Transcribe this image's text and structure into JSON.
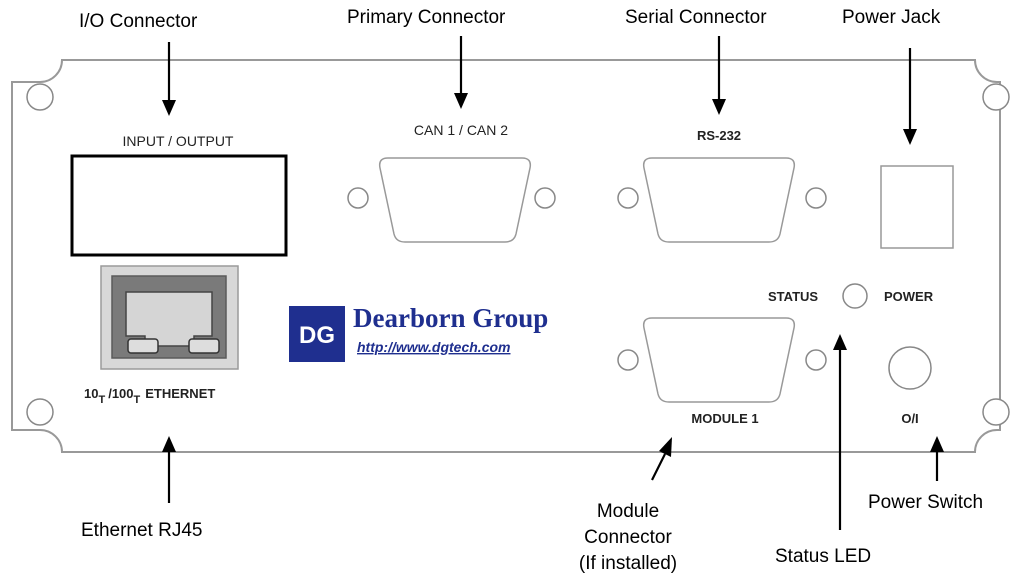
{
  "callouts": {
    "io_connector": "I/O Connector",
    "primary_connector": "Primary Connector",
    "serial_connector": "Serial Connector",
    "power_jack": "Power Jack",
    "ethernet_rj45": "Ethernet RJ45",
    "module_connector_1": "Module",
    "module_connector_2": "Connector",
    "module_connector_3": "(If installed)",
    "status_led": "Status LED",
    "power_switch": "Power Switch"
  },
  "panel": {
    "input_output": "INPUT / OUTPUT",
    "can": "CAN 1 / CAN 2",
    "rs232": "RS-232",
    "status": "STATUS",
    "power": "POWER",
    "module1": "MODULE 1",
    "onoff": "O/I",
    "ethernet_10": "10",
    "ethernet_t": "T",
    "ethernet_100": "/100",
    "ethernet_word": "ETHERNET"
  },
  "brand": {
    "logo": "DG",
    "name": "Dearborn Group",
    "url": "http://www.dgtech.com"
  },
  "colors": {
    "brand_blue": "#1f2f8f",
    "panel_outline": "#999999"
  }
}
